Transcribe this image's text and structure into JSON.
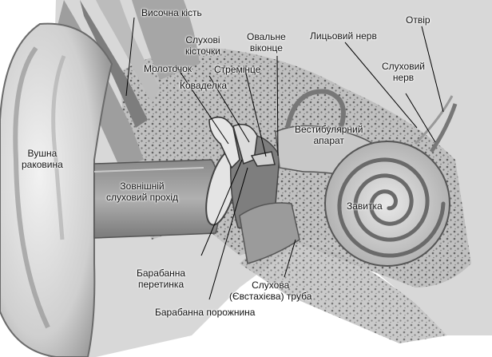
{
  "labels": {
    "temporal_bone": "Височна кість",
    "opening": "Отвір",
    "ossicles_1": "Слухові",
    "ossicles_2": "кісточки",
    "oval_window_1": "Овальне",
    "oval_window_2": "віконце",
    "facial_nerve": "Лицьовий нерв",
    "auditory_nerve_1": "Слуховий",
    "auditory_nerve_2": "нерв",
    "malleus": "Молоточок",
    "stapes": "Стремінце",
    "incus": "Коваделка",
    "vestibular_1": "Вестибулярний",
    "vestibular_2": "апарат",
    "auricle_1": "Вушна",
    "auricle_2": "раковина",
    "ext_canal_1": "Зовнішній",
    "ext_canal_2": "слуховий прохід",
    "cochlea": "Завитка",
    "eardrum_1": "Барабанна",
    "eardrum_2": "перетинка",
    "eustachian_1": "Слухова",
    "eustachian_2": "(Євстахієва) труба",
    "tympanic_cavity": "Барабанна порожнина"
  }
}
